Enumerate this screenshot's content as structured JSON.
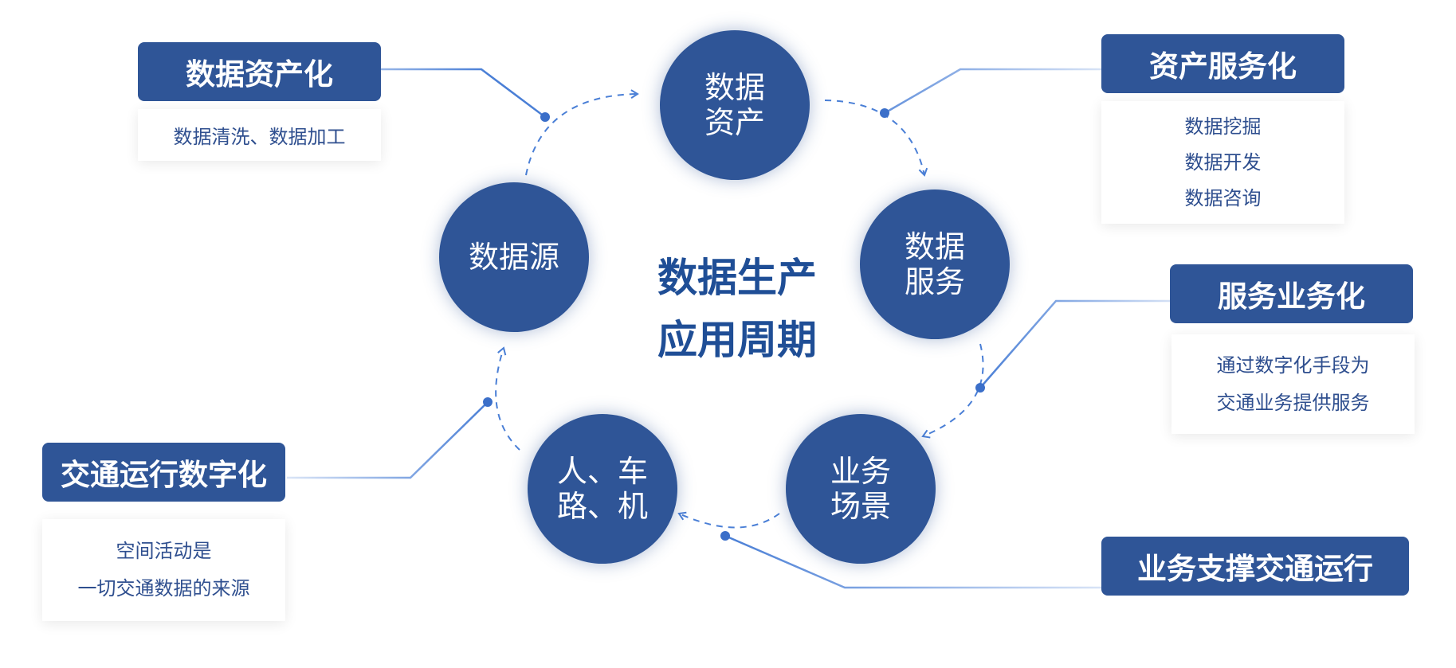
{
  "center": {
    "line1": "数据生产",
    "line2": "应用周期"
  },
  "nodes": {
    "source": {
      "line1": "数据源"
    },
    "assets": {
      "line1": "数据",
      "line2": "资产"
    },
    "services": {
      "line1": "数据",
      "line2": "服务"
    },
    "scenario": {
      "line1": "业务",
      "line2": "场景"
    },
    "people": {
      "line1": "人、车",
      "line2": "路、机"
    }
  },
  "callouts": {
    "assetization": {
      "title": "数据资产化",
      "lines": [
        "数据清洗、数据加工"
      ]
    },
    "servitization": {
      "title": "资产服务化",
      "lines": [
        "数据挖掘",
        "数据开发",
        "数据咨询"
      ]
    },
    "business": {
      "title": "服务业务化",
      "lines": [
        "通过数字化手段为",
        "交通业务提供服务"
      ]
    },
    "traffic_digital": {
      "title": "交通运行数字化",
      "lines": [
        "空间活动是",
        "一切交通数据的来源"
      ]
    },
    "support": {
      "title": "业务支撑交通运行"
    }
  },
  "colors": {
    "primary": "#2f5597",
    "line": "#4a7fd6",
    "title_text": "#1f4e96",
    "desc_text": "#2f4f8f"
  }
}
